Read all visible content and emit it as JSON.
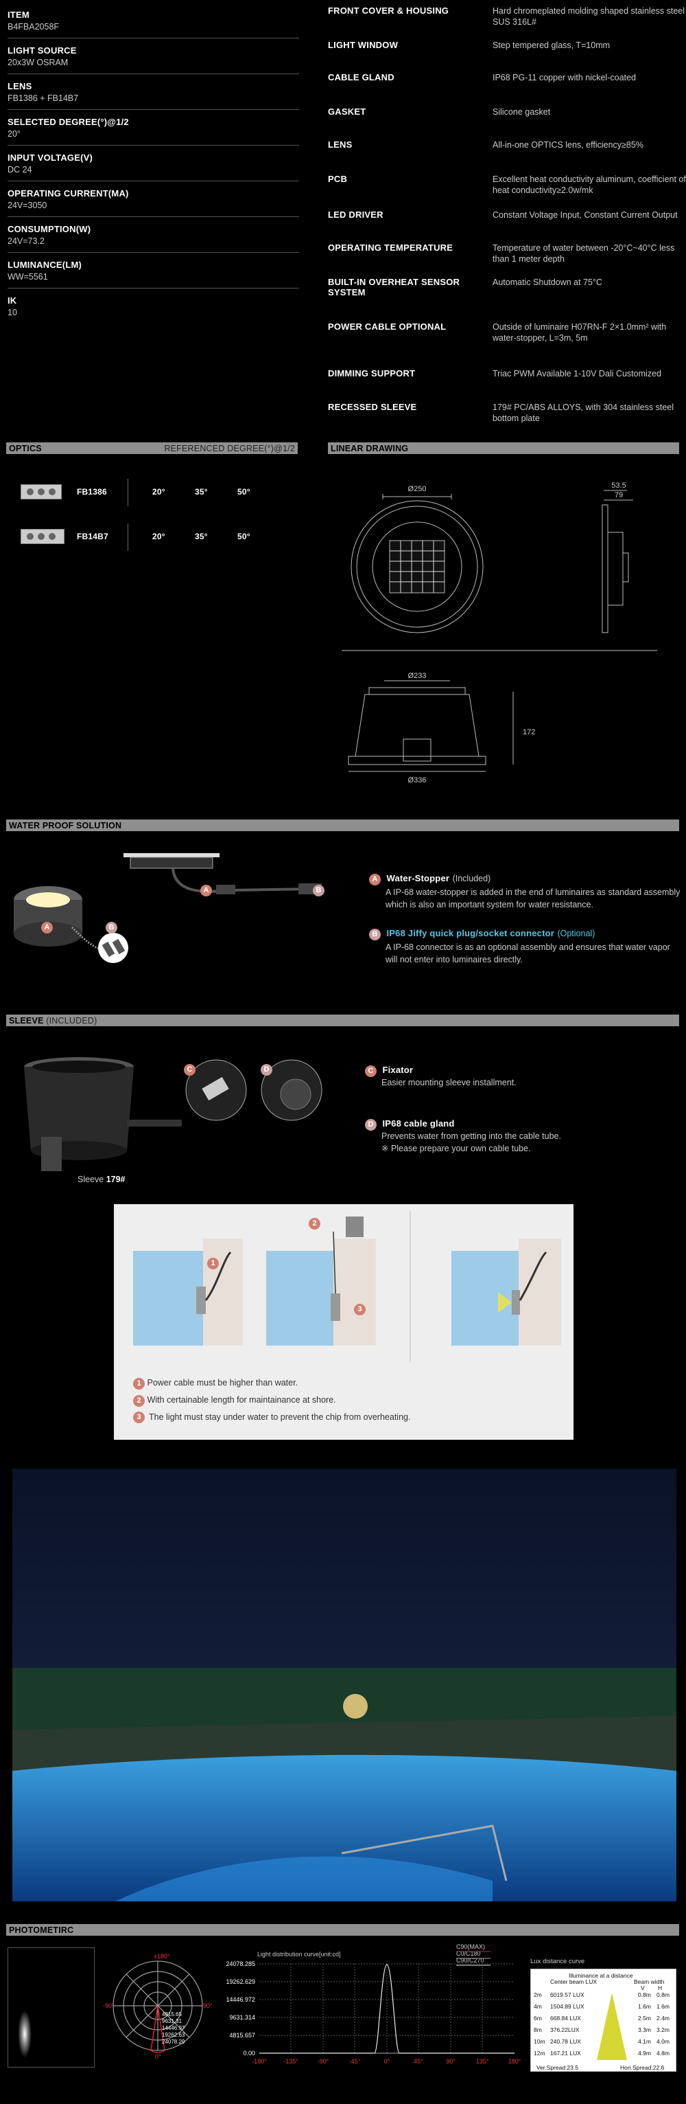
{
  "specs_left": [
    {
      "k": "ITEM",
      "v": "B4FBA2058F"
    },
    {
      "k": "LIGHT SOURCE",
      "v": "20x3W OSRAM"
    },
    {
      "k": "LENS",
      "v": "FB1386 + FB14B7"
    },
    {
      "k": "SELECTED DEGREE(°)@1/2",
      "v": "20°"
    },
    {
      "k": "INPUT VOLTAGE(V)",
      "v": "DC 24"
    },
    {
      "k": "OPERATING CURRENT(MA)",
      "v": "24V=3050"
    },
    {
      "k": "CONSUMPTION(W)",
      "v": "24V=73.2"
    },
    {
      "k": "LUMINANCE(LM)",
      "v": "WW=5561"
    },
    {
      "k": "IK",
      "v": "10"
    }
  ],
  "specs_right": [
    {
      "k": "FRONT COVER & HOUSING",
      "v": "Hard chromeplated molding shaped stainless steel SUS 316L#"
    },
    {
      "k": "LIGHT WINDOW",
      "v": "Step tempered glass, T=10mm"
    },
    {
      "k": "CABLE GLAND",
      "v": "IP68 PG-11 copper with nickel-coated"
    },
    {
      "k": "GASKET",
      "v": "Silicone gasket"
    },
    {
      "k": "LENS",
      "v": "All-in-one OPTICS lens, efficiency≥85%"
    },
    {
      "k": "PCB",
      "v": "Excellent heat conductivity aluminum, coefficient of heat conductivity≥2.0w/mk"
    },
    {
      "k": "LED DRIVER",
      "v": "Constant Voltage Input, Constant Current Output"
    },
    {
      "k": "OPERATING TEMPERATURE",
      "v": "Temperature of water  between -20°C~40°C less than 1 meter depth"
    },
    {
      "k": "BUILT-IN OVERHEAT SENSOR SYSTEM",
      "v": "Automatic Shutdown at 75°C"
    },
    {
      "k": "POWER CABLE OPTIONAL",
      "v": "Outside of luminaire H07RN-F 2×1.0mm² with water-stopper, L=3m, 5m"
    },
    {
      "k": "DIMMING SUPPORT",
      "v": "Triac PWM Available 1-10V Dali Customized"
    },
    {
      "k": "RECESSED SLEEVE",
      "v": "179# PC/ABS ALLOYS, with 304 stainless steel bottom plate"
    }
  ],
  "optics": {
    "title": "OPTICS",
    "sub": "REFERENCED DEGREE(°)@1/2",
    "rows": [
      {
        "name": "FB1386",
        "d": [
          "20°",
          "35°",
          "50°"
        ]
      },
      {
        "name": "FB14B7",
        "d": [
          "20°",
          "35°",
          "50°"
        ]
      }
    ]
  },
  "linear": {
    "title": "LINEAR DRAWING",
    "d250": "Ø250",
    "d535": "53.5",
    "d79": "79",
    "d233": "Ø233",
    "h172": "172",
    "d336": "Ø336"
  },
  "wps": {
    "title": "WATER PROOF SOLUTION",
    "a_title": "Water-Stopper",
    "a_suffix": "(Included)",
    "a_text": "A IP-68 water-stopper is added in the end of luminaires as standard assembly which is also an important system for water resistance.",
    "b_title": "IP68 Jiffy quick plug/socket connector",
    "b_suffix": "(Optional)",
    "b_text": "A IP-68 connector is as an optional assembly and ensures that water vapor will not enter into luminaires directly.",
    "A": "A",
    "B": "B"
  },
  "sleeve": {
    "title": "SLEEVE",
    "suffix": "(INCLUDED)",
    "caption_pre": "Sleeve ",
    "caption_b": "179#",
    "c_title": "Fixator",
    "c_text": "Easier mounting sleeve installment.",
    "d_title": "IP68 cable gland",
    "d_text1": "Prevents water from getting into the cable tube.",
    "d_text2": "※ Please prepare your own cable tube.",
    "C": "C",
    "D": "D"
  },
  "install": {
    "n1": "1",
    "n2": "2",
    "n3": "3",
    "t1": "Power cable must be higher than water.",
    "t2": "With certainable length for maintainance at shore.",
    "t3": "The light must stay under water to prevent the chip from overheating."
  },
  "photometric": {
    "title": "PHOTOMETIRC",
    "polar_top": "±180°",
    "polar_left": "-90°",
    "polar_right": "90°",
    "polar_bottom": "0°",
    "polar_vals": [
      "4815.65",
      "9631.31",
      "14446.97",
      "19262.63",
      "24078.29"
    ],
    "curve_title": "Light distribution curve[unit:cd]",
    "legend": [
      "C90(MAX)",
      "C0/C180",
      "C90/C270"
    ],
    "curve_y": [
      "24078.285",
      "19262.629",
      "14446.972",
      "9631.314",
      "4815.657",
      "0.00"
    ],
    "curve_x": [
      "-180°",
      "-135°",
      "-90°",
      "-45°",
      "0°",
      "45°",
      "90°",
      "135°",
      "180°"
    ],
    "lux_title": "Lux distance curve",
    "lux_head": "Illuminance at a distance",
    "lux_cols": [
      "Center beam LUX",
      "Beam width",
      "V",
      "H"
    ],
    "lux_rows": [
      {
        "d": "2m",
        "lux": "6019.57 LUX",
        "v": "0.8m",
        "h": "0.8m"
      },
      {
        "d": "4m",
        "lux": "1504.89 LUX",
        "v": "1.6m",
        "h": "1.6m"
      },
      {
        "d": "6m",
        "lux": "668.84 LUX",
        "v": "2.5m",
        "h": "2.4m"
      },
      {
        "d": "8m",
        "lux": "376.22LUX",
        "v": "3.3m",
        "h": "3.2m"
      },
      {
        "d": "10m",
        "lux": "240.78 LUX",
        "v": "4.1m",
        "h": "4.0m"
      },
      {
        "d": "12m",
        "lux": "167.21 LUX",
        "v": "4.9m",
        "h": "4.8m"
      }
    ],
    "spread_v": "Ver.Spread:23.5",
    "spread_h": "Hori.Spread:22.6"
  }
}
